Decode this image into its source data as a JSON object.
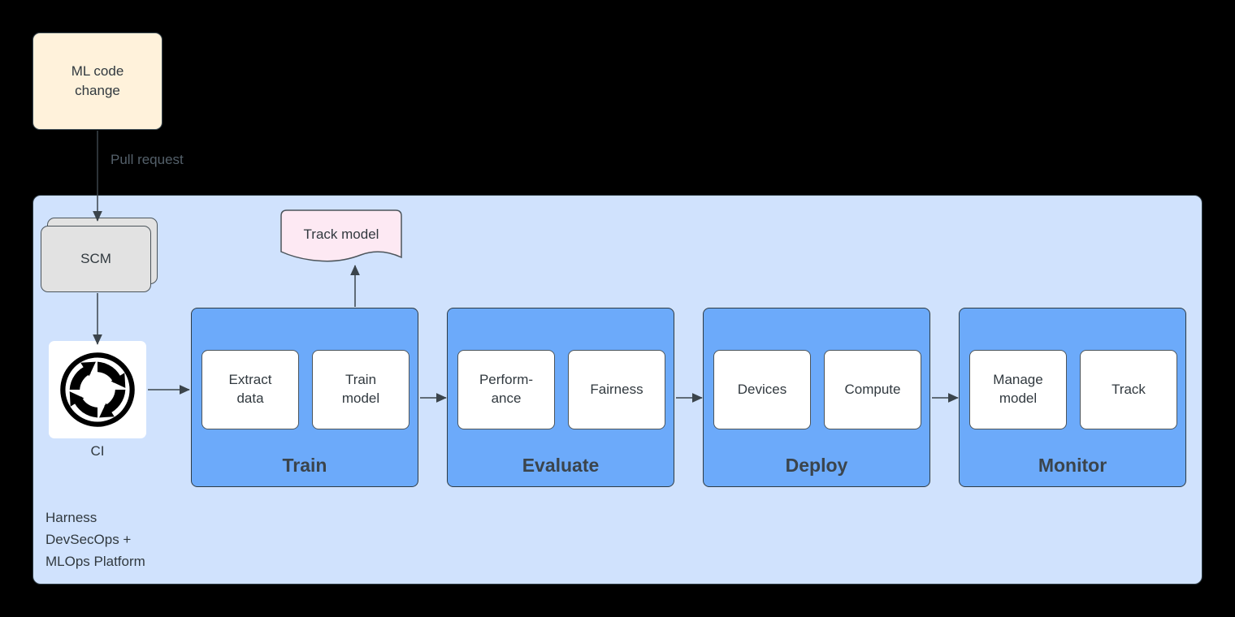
{
  "diagram": {
    "title": "MLOps pipeline on Harness DevSecOps + MLOps Platform",
    "colors": {
      "background": "#000000",
      "ml_code_box_fill": "#FFF2DB",
      "scm_fill": "#E2E2E2",
      "track_model_fill": "#FDE9F3",
      "platform_fill": "#D0E2FD",
      "stage_fill": "#6CAAFA",
      "sub_box_fill": "#FFFFFF",
      "border": "#2E3B43",
      "text": "#31393F",
      "edge_label_text": "#54606A"
    }
  },
  "nodes": {
    "ml_code_change": {
      "label": "ML code\nchange"
    },
    "scm": {
      "label": "SCM"
    },
    "ci": {
      "label": "CI",
      "icon": "circular-arrows-ci-icon"
    },
    "track_model": {
      "label": "Track model"
    }
  },
  "edges": [
    {
      "from": "ml_code_change",
      "to": "scm",
      "label": "Pull request"
    },
    {
      "from": "scm",
      "to": "ci",
      "label": ""
    },
    {
      "from": "ci",
      "to": "train",
      "label": ""
    },
    {
      "from": "train",
      "to": "evaluate",
      "label": ""
    },
    {
      "from": "evaluate",
      "to": "deploy",
      "label": ""
    },
    {
      "from": "deploy",
      "to": "monitor",
      "label": ""
    },
    {
      "from": "train",
      "to": "track_model",
      "label": ""
    }
  ],
  "platform": {
    "caption": "Harness\nDevSecOps +\nMLOps Platform"
  },
  "stages": [
    {
      "id": "train",
      "title": "Train",
      "boxes": [
        {
          "label": "Extract\ndata"
        },
        {
          "label": "Train\nmodel"
        }
      ]
    },
    {
      "id": "evaluate",
      "title": "Evaluate",
      "boxes": [
        {
          "label": "Perform-\nance"
        },
        {
          "label": "Fairness"
        }
      ]
    },
    {
      "id": "deploy",
      "title": "Deploy",
      "boxes": [
        {
          "label": "Devices"
        },
        {
          "label": "Compute"
        }
      ]
    },
    {
      "id": "monitor",
      "title": "Monitor",
      "boxes": [
        {
          "label": "Manage\nmodel"
        },
        {
          "label": "Track"
        }
      ]
    }
  ]
}
